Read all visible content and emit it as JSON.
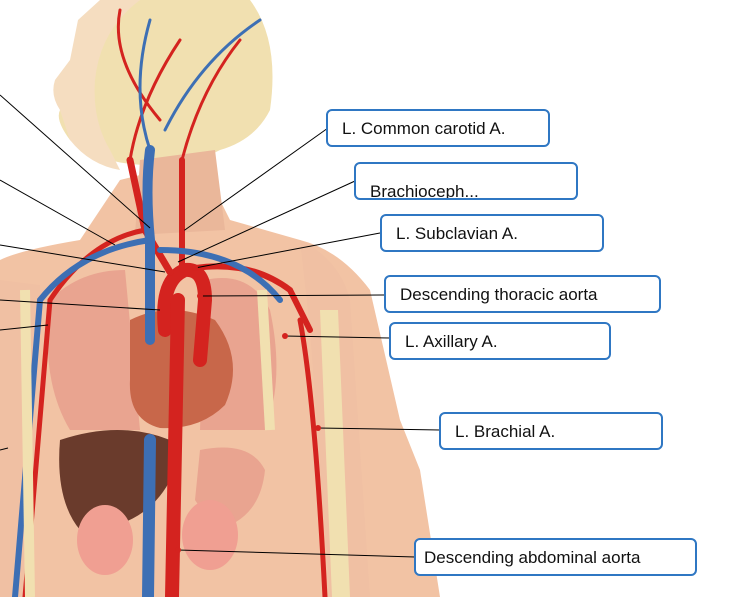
{
  "diagram": {
    "labels": {
      "common_carotid": "L. Common carotid A.",
      "brachiocephalic": "Brachioceph...",
      "subclavian": "L. Subclavian A.",
      "descending_thoracic": "Descending thoracic aorta",
      "axillary": "L. Axillary A.",
      "brachial": "L. Brachial A.",
      "descending_abdominal": "Descending abdominal aorta"
    },
    "colors": {
      "box_border": "#2f77c3",
      "artery": "#d4231f",
      "vein": "#3d6fb4",
      "skin": "#f2c3a4",
      "skull": "#f1e0b0",
      "lung": "#e9a490",
      "heart": "#c8674a",
      "liver": "#6a3b2c"
    }
  }
}
